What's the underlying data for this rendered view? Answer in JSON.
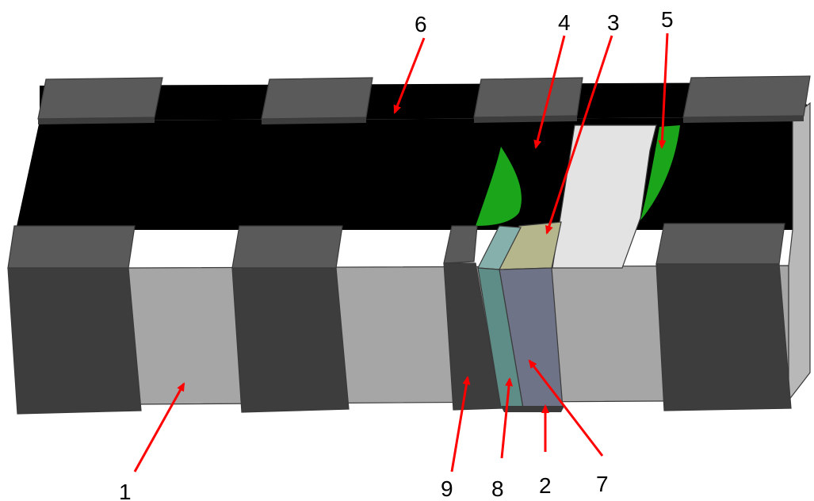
{
  "diagram": {
    "colors": {
      "background": "#ffffff",
      "substrate_top": "#000000",
      "substrate_front": "#a6a6a6",
      "substrate_side": "#b8b8b8",
      "electrode_top": "#5a5a5a",
      "electrode_front": "#3d3d3d",
      "electrode_side": "#2e2e2e",
      "green_layer": "#1aa51a",
      "white_layer": "#e3e3e3",
      "layer_3": "#b5b68b",
      "layer_7": "#6f7387",
      "layer_8": "#5e8c86",
      "layer_8_top": "#86b0ac",
      "arrow": "#ff0000",
      "label_text": "#000000"
    },
    "callouts": [
      {
        "label": "1"
      },
      {
        "label": "2"
      },
      {
        "label": "3"
      },
      {
        "label": "4"
      },
      {
        "label": "5"
      },
      {
        "label": "6"
      },
      {
        "label": "7"
      },
      {
        "label": "8"
      },
      {
        "label": "9"
      }
    ]
  }
}
